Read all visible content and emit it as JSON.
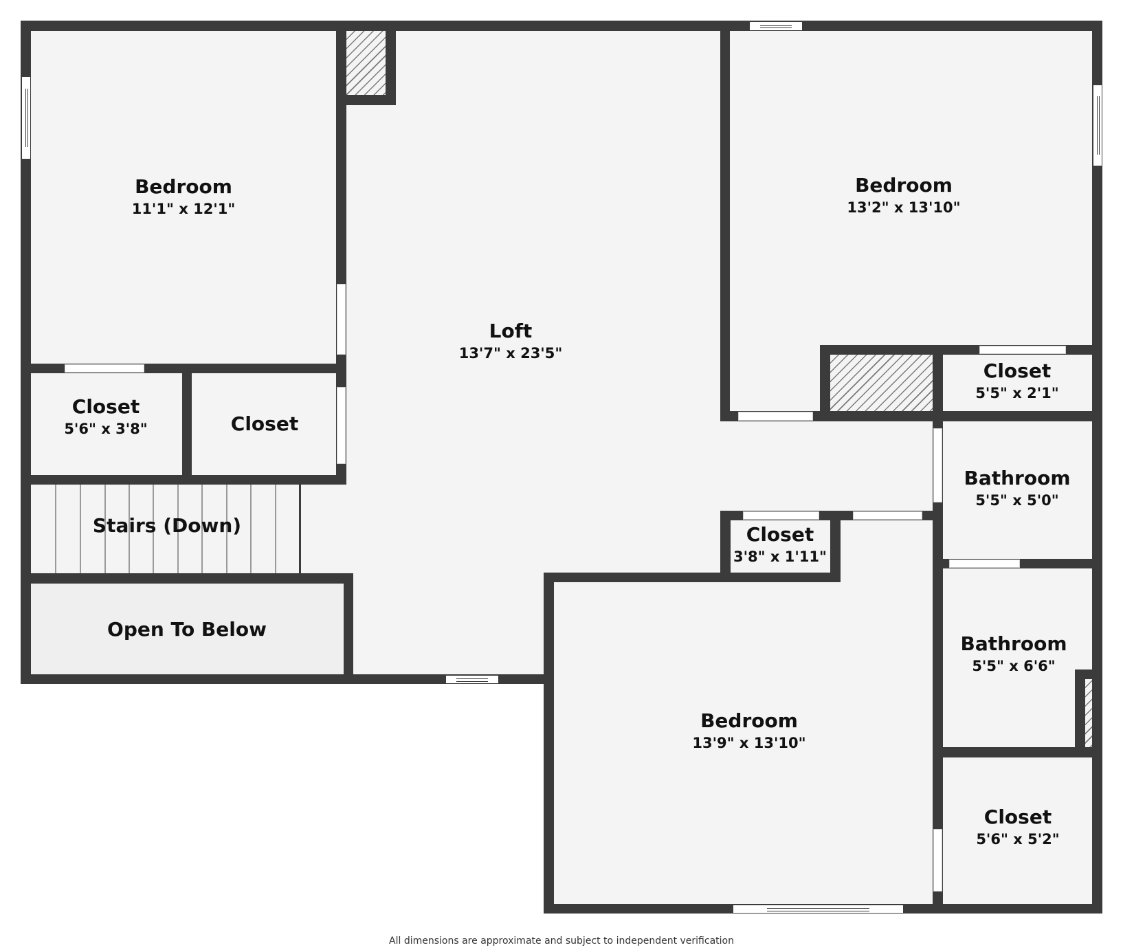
{
  "plan": {
    "colors": {
      "wall": "#3b3b3b",
      "floor": "#f4f4f4",
      "open_to_below": "#efefef",
      "door": "#ffffff"
    },
    "rooms": [
      {
        "name": "Bedroom",
        "dims": "11'1\" x 12'1\""
      },
      {
        "name": "Loft",
        "dims": "13'7\" x 23'5\""
      },
      {
        "name": "Bedroom",
        "dims": "13'2\" x 13'10\""
      },
      {
        "name": "Closet",
        "dims": "5'6\" x 3'8\""
      },
      {
        "name": "Closet",
        "dims": ""
      },
      {
        "name": "Closet",
        "dims": "5'5\" x 2'1\""
      },
      {
        "name": "Stairs (Down)",
        "dims": ""
      },
      {
        "name": "Bathroom",
        "dims": "5'5\" x 5'0\""
      },
      {
        "name": "Closet",
        "dims": "3'8\" x 1'11\""
      },
      {
        "name": "Open To Below",
        "dims": ""
      },
      {
        "name": "Bathroom",
        "dims": "5'5\" x 6'6\""
      },
      {
        "name": "Bedroom",
        "dims": "13'9\" x 13'10\""
      },
      {
        "name": "Closet",
        "dims": "5'6\" x 5'2\""
      }
    ],
    "stairs": {
      "tread_count": 11
    }
  },
  "footer": {
    "disclaimer": "All dimensions are approximate and subject to independent verification"
  }
}
